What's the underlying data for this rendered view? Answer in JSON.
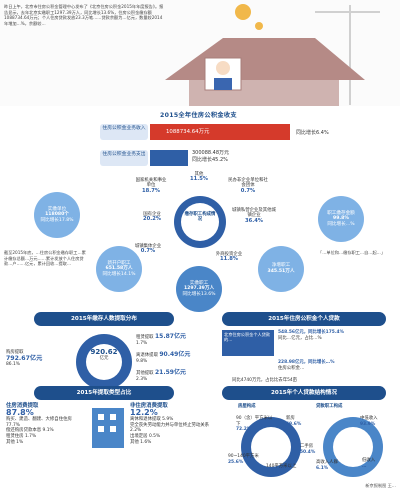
{
  "intro": {
    "text": "昨日上午，北京市住房公积金管理中心发布了《北京住房公积金2015年年度报告》。报告显示，去年北京实缴职工1297.39万人，同比增长13.6%，住房公积金缴存额1088734.64万元；个人住房贷款发放23.3万笔……贷款余额为…亿元，数量较2014年增加…%，余额较…"
  },
  "banner_watermark": "新京报制图",
  "income": {
    "title": "2015全年住房公积金收支",
    "income_label": "住房公积金业务收入",
    "income_value": "1088734.64万元",
    "income_growth": "同比增长6.4%",
    "expense_label": "住房公积金业务支出",
    "expense_value": "300088.48万元",
    "expense_growth": "同比增长45.2%"
  },
  "summary": {
    "text": "截至2015年底，…住房公积金缴存职工…累计缴存总额…万元……累计发放个人住房贷款…户……亿元，累计回收…提取…"
  },
  "composition": {
    "center": "缴存职工构成情况",
    "nodes": [
      {
        "label": "其他",
        "value": "11.5%"
      },
      {
        "label": "民办非企业单位和社会团体",
        "value": "0.7%"
      },
      {
        "label": "城镇私营企业及其他城镇企业",
        "value": "36.4%"
      },
      {
        "label": "外商投资企业",
        "value": "11.8%"
      },
      {
        "label": "城镇集体企业",
        "value": "0.7%"
      },
      {
        "label": "国有企业",
        "value": "20.2%"
      },
      {
        "label": "国家机关和事业单位",
        "value": "18.7%"
      }
    ]
  },
  "clusters": [
    {
      "label": "实缴单位",
      "value": "118080个",
      "growth": "同比增长17.8%"
    },
    {
      "label": "新开户职工",
      "value": "651.58万人",
      "growth": "同比增长14.1%"
    },
    {
      "label": "实缴职工",
      "value": "1297.39万人",
      "growth": "同比增长13.6%"
    },
    {
      "label": "净增职工",
      "value": "345.51万人",
      "growth": ""
    },
    {
      "label": "职工缴存金额",
      "value": "99.8%",
      "growth": "同比增长…%"
    }
  ],
  "mid_note": "截至2015年底，…缴存职工…提取…",
  "right_note": "「…单位和…缴存职工…自…起…」",
  "pill_left_1": "2015年缴存人数提取分布",
  "pill_right_1": "2015年住房公积金个人贷款",
  "withdraw": {
    "total_value": "920.62",
    "total_unit": "亿元",
    "total_desc": "占当年缴存额的…%",
    "items": [
      {
        "label": "租赁提取",
        "value": "15.87亿元",
        "pct": "1.7%"
      },
      {
        "label": "购房提取",
        "value": "792.67亿元",
        "pct": "86.1%"
      },
      {
        "label": "离退休提取",
        "value": "90.49亿元",
        "pct": "9.8%"
      },
      {
        "label": "其他提取",
        "value": "21.59亿元",
        "pct": "2.3%"
      }
    ]
  },
  "loan": {
    "box1": "北京住房公积金个人贷款的…",
    "line1": "548.56亿元，同比增长175.4%",
    "line2": "同比…亿元，占比…%",
    "line3": "228.98亿元，同比增长…%",
    "line4": "住房公积金…",
    "line5": "同比4740万元，占比比去年54亩"
  },
  "pill_left_2": "2015年提取类型占比",
  "pill_right_2": "2015年个人贷款结构情况",
  "withdraw_type": {
    "consume_label": "住房消费提取",
    "consume_pct": "87.8%",
    "nonconsume_label": "非住房消费提取",
    "nonconsume_pct": "12.2%",
    "consume_items": [
      "购买、建造、翻建、大修自住住房 77.7%",
      "偿还购房贷款本息 9.1%",
      "租赁住房 1.7%",
      "其他 1%"
    ],
    "nonconsume_items": [
      "离休和退休提取 5.9%",
      "完全丧失劳动能力并与单位终止劳动关系 2.2%",
      "出境定居 0.5%",
      "其他 1.6%"
    ]
  },
  "loan_structure": {
    "house_type_title": "房屋构成",
    "borrower_title": "贷款职工构成",
    "house_items": [
      {
        "label": "90（含）平方米以下",
        "pct": "72.2%"
      },
      {
        "label": "新房",
        "pct": "49.6%"
      },
      {
        "label": "90~140平方米",
        "pct": "25.6%"
      },
      {
        "label": "140平方米以上",
        "pct": "2.2%"
      },
      {
        "label": "二手房",
        "pct": "50.4%"
      }
    ],
    "borrower_items": [
      {
        "label": "中低收入",
        "pct": "93.9%"
      },
      {
        "label": "高收入人群",
        "pct": "6.1%"
      },
      {
        "label": "低收入",
        "pct": "…"
      }
    ]
  },
  "source": "新京报制图 王…"
}
